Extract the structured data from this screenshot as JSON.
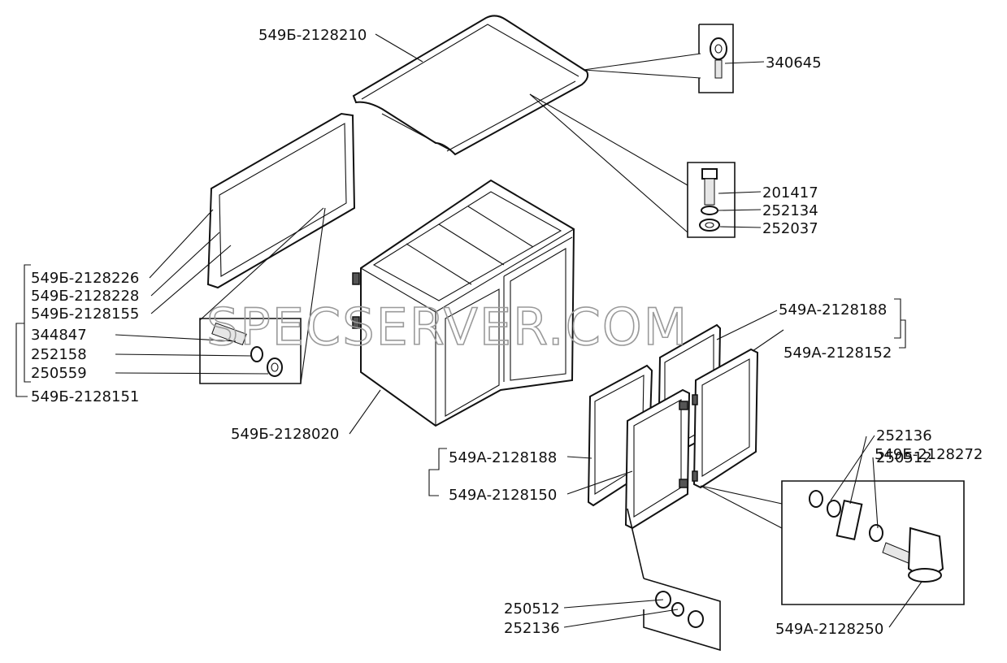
{
  "labels": {
    "l_2128210": "549Б-2128210",
    "l_340645": "340645",
    "l_201417": "201417",
    "l_252134": "252134",
    "l_252037": "252037",
    "l_2128226": "549Б-2128226",
    "l_2128228": "549Б-2128228",
    "l_2128155": "549Б-2128155",
    "l_344847": "344847",
    "l_252158": "252158",
    "l_250559": "250559",
    "l_2128151": "549Б-2128151",
    "l_2128020": "549Б-2128020",
    "l_A2128188_top": "549А-2128188",
    "l_A2128152": "549А-2128152",
    "l_252136_right": "252136",
    "l_2128272": "549Б-2128272",
    "l_250512_right": "250512",
    "l_A2128188_left": "549А-2128188",
    "l_A2128150": "549А-2128150",
    "l_250512_bottom": "250512",
    "l_252136_bottom": "252136",
    "l_A2128250": "549А-2128250"
  },
  "watermark": "SPECSERVER.COM"
}
